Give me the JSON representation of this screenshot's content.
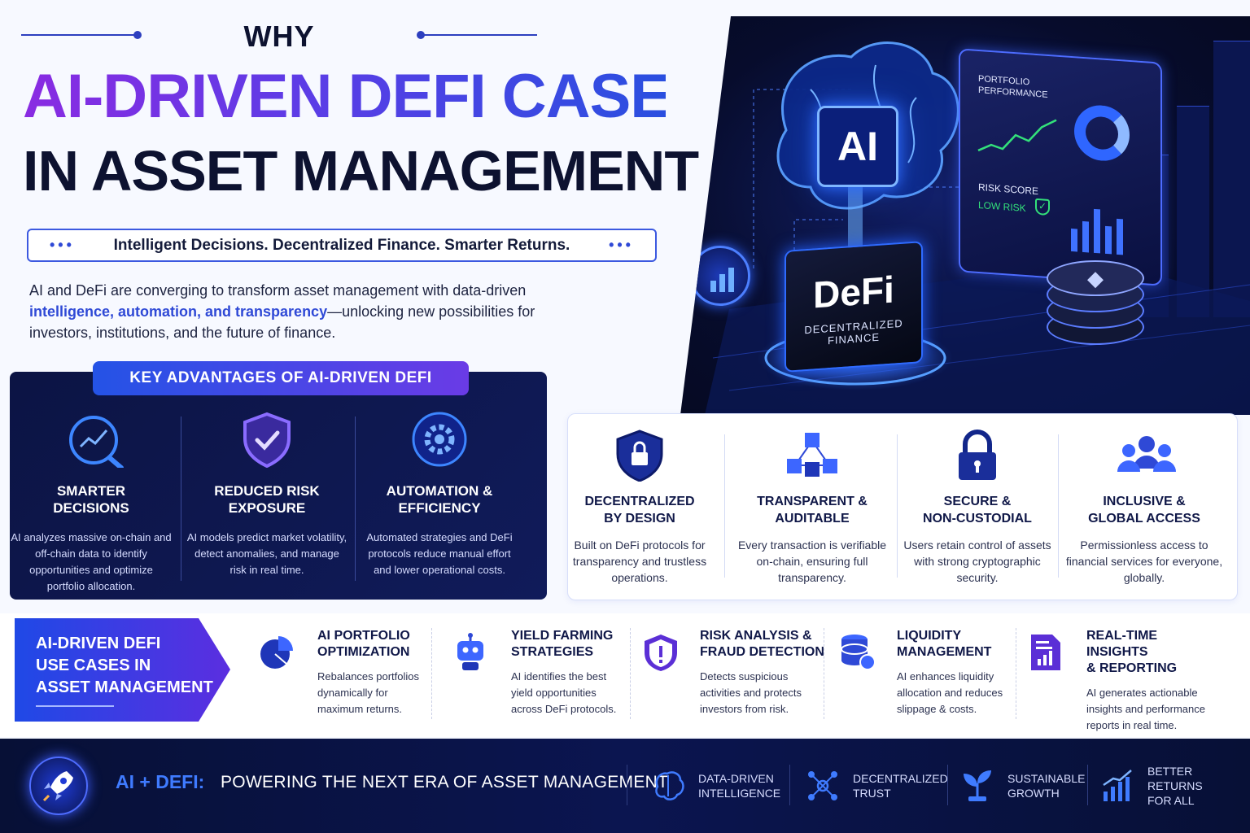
{
  "header": {
    "why": "WHY",
    "title_line1": "AI-DRIVEN DEFI CASES",
    "title_line2": "IN ASSET MANAGEMENT",
    "tagline": "Intelligent Decisions. Decentralized Finance. Smarter Returns.",
    "tagline_dots": "•••"
  },
  "intro": {
    "part1": "AI and DeFi are converging to transform asset management with data-driven ",
    "highlight": "intelligence, automation, and transparency",
    "part2": "—unlocking new possibilities for investors, institutions, and the future of finance."
  },
  "hero": {
    "ai_label": "AI",
    "defi_label": "DeFi",
    "defi_sub1": "DECENTRALIZED",
    "defi_sub2": "FINANCE",
    "panel_title1": "PORTFOLIO",
    "panel_title2": "PERFORMANCE",
    "risk_title": "RISK SCORE",
    "risk_value": "LOW RISK"
  },
  "key_advantages": {
    "heading": "KEY ADVANTAGES OF AI-DRIVEN DEFI",
    "items": [
      {
        "title1": "SMARTER",
        "title2": "DECISIONS",
        "text": "AI analyzes massive on-chain and off-chain data to identify opportunities and optimize portfolio allocation."
      },
      {
        "title1": "REDUCED RISK",
        "title2": "EXPOSURE",
        "text": "AI models predict market volatility, detect anomalies, and manage risk in real time."
      },
      {
        "title1": "AUTOMATION &",
        "title2": "EFFICIENCY",
        "text": "Automated strategies and DeFi protocols reduce manual effort and lower operational costs."
      }
    ]
  },
  "features": [
    {
      "title1": "DECENTRALIZED",
      "title2": "BY DESIGN",
      "text": "Built on DeFi protocols for transparency and trustless operations."
    },
    {
      "title1": "TRANSPARENT &",
      "title2": "AUDITABLE",
      "text": "Every transaction is verifiable on-chain, ensuring full transparency."
    },
    {
      "title1": "SECURE &",
      "title2": "NON-CUSTODIAL",
      "text": "Users retain control of assets with strong cryptographic security."
    },
    {
      "title1": "INCLUSIVE &",
      "title2": "GLOBAL ACCESS",
      "text": "Permissionless access to financial services for everyone, globally."
    }
  ],
  "use_cases": {
    "heading1": "AI-DRIVEN DEFI",
    "heading2": "USE CASES IN",
    "heading3": "ASSET MANAGEMENT",
    "items": [
      {
        "title1": "AI PORTFOLIO",
        "title2": "OPTIMIZATION",
        "text": "Rebalances portfolios dynamically for maximum returns."
      },
      {
        "title1": "YIELD FARMING",
        "title2": "STRATEGIES",
        "text": "AI identifies the best yield opportunities across DeFi protocols."
      },
      {
        "title1": "RISK ANALYSIS &",
        "title2": "FRAUD DETECTION",
        "text": "Detects suspicious activities and protects investors from risk."
      },
      {
        "title1": "LIQUIDITY",
        "title2": "MANAGEMENT",
        "text": "AI enhances liquidity allocation and reduces slippage & costs."
      },
      {
        "title1": "REAL-TIME INSIGHTS",
        "title2": "& REPORTING",
        "text": "AI generates actionable insights and performance reports in real time."
      }
    ]
  },
  "footer": {
    "lead": "AI + DEFI:",
    "tagline": "POWERING THE NEXT ERA OF ASSET MANAGEMENT",
    "items": [
      {
        "line1": "DATA-DRIVEN",
        "line2": "INTELLIGENCE"
      },
      {
        "line1": "DECENTRALIZED",
        "line2": "TRUST"
      },
      {
        "line1": "SUSTAINABLE",
        "line2": "GROWTH"
      },
      {
        "line1": "BETTER RETURNS",
        "line2": "FOR ALL"
      }
    ]
  },
  "colors": {
    "navy": "#0c1444",
    "accent_blue": "#2f49d6",
    "accent_purple": "#6a3be6",
    "footer_blue": "#3f7bff"
  }
}
